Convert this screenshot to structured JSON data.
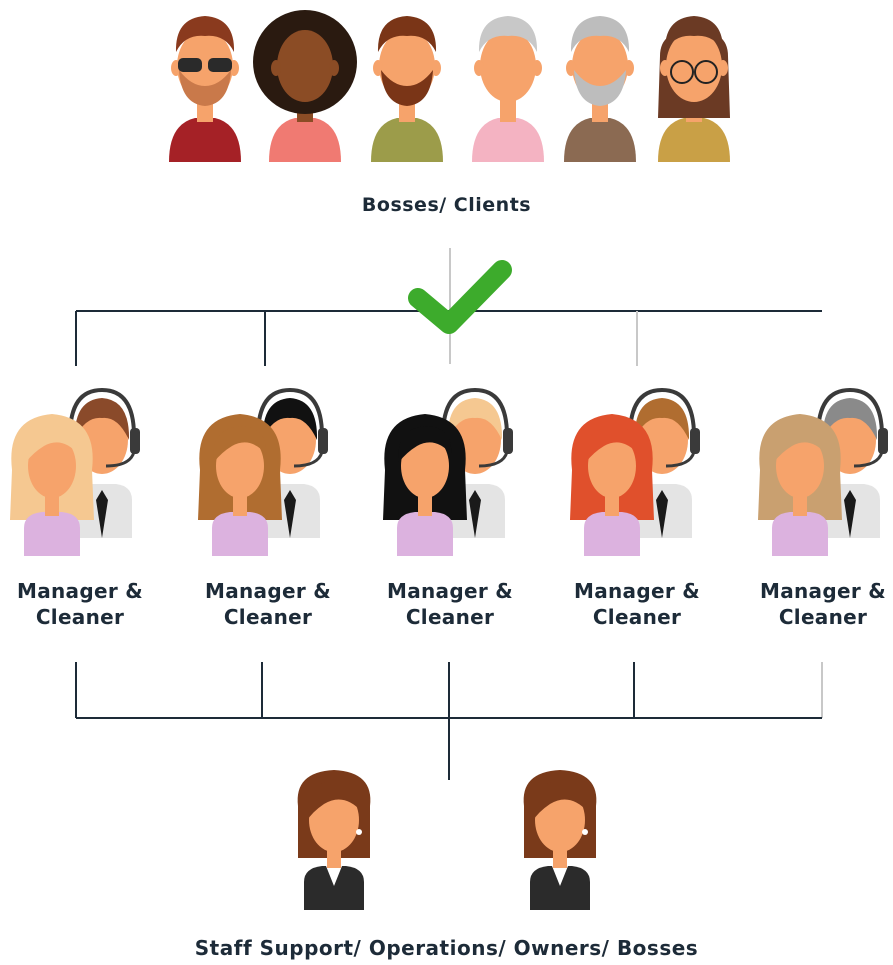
{
  "diagram": {
    "top_group": {
      "label": "Bosses/ Clients",
      "people": [
        {
          "name": "boss-hipster-icon",
          "skin": "#f6a36b",
          "hair": "#8a3a1e",
          "shirt": "#a52126",
          "beard": "#c9794a"
        },
        {
          "name": "boss-curly-woman-icon",
          "skin": "#8b4c25",
          "hair": "#2a1a10",
          "shirt": "#f07a72",
          "beard": ""
        },
        {
          "name": "boss-bearded-man-icon",
          "skin": "#f6a36b",
          "hair": "#7a3517",
          "shirt": "#9c9c4a",
          "beard": "#7a3517"
        },
        {
          "name": "boss-grandma-icon",
          "skin": "#f6a36b",
          "hair": "#c8c8c8",
          "shirt": "#f4b3c2",
          "beard": ""
        },
        {
          "name": "boss-grandpa-icon",
          "skin": "#f6a36b",
          "hair": "#bdbdbd",
          "shirt": "#8b6a52",
          "beard": "#bdbdbd"
        },
        {
          "name": "boss-glasses-woman-icon",
          "skin": "#f6a36b",
          "hair": "#6b3a24",
          "shirt": "#c9a046",
          "beard": ""
        }
      ]
    },
    "middle_group": {
      "pairs": [
        {
          "label_line1": "Manager &",
          "label_line2": "Cleaner",
          "woman_hair": "#f5c891",
          "agent_hair": "#8a4a2a"
        },
        {
          "label_line1": "Manager &",
          "label_line2": "Cleaner",
          "woman_hair": "#b06d30",
          "agent_hair": "#111111"
        },
        {
          "label_line1": "Manager &",
          "label_line2": "Cleaner",
          "woman_hair": "#111111",
          "agent_hair": "#f5c891"
        },
        {
          "label_line1": "Manager &",
          "label_line2": "Cleaner",
          "woman_hair": "#e0502c",
          "agent_hair": "#b06d30"
        },
        {
          "label_line1": "Manager &",
          "label_line2": "Cleaner",
          "woman_hair": "#c9a070",
          "agent_hair": "#8a8a8a"
        }
      ]
    },
    "bottom_group": {
      "label": "Staff Support/ Operations/ Owners/ Bosses",
      "people": [
        {
          "name": "staff-businesswoman-1-icon"
        },
        {
          "name": "staff-businesswoman-2-icon"
        }
      ]
    },
    "approval_mark": "checkmark-icon",
    "colors": {
      "connector": "#1d2b38",
      "connector_light": "#c8c8c8",
      "check": "#3dab2c",
      "text": "#1d2b38",
      "skin": "#f6a36b",
      "blouse": "#dcb2df",
      "suit": "#2b2b2b"
    }
  }
}
